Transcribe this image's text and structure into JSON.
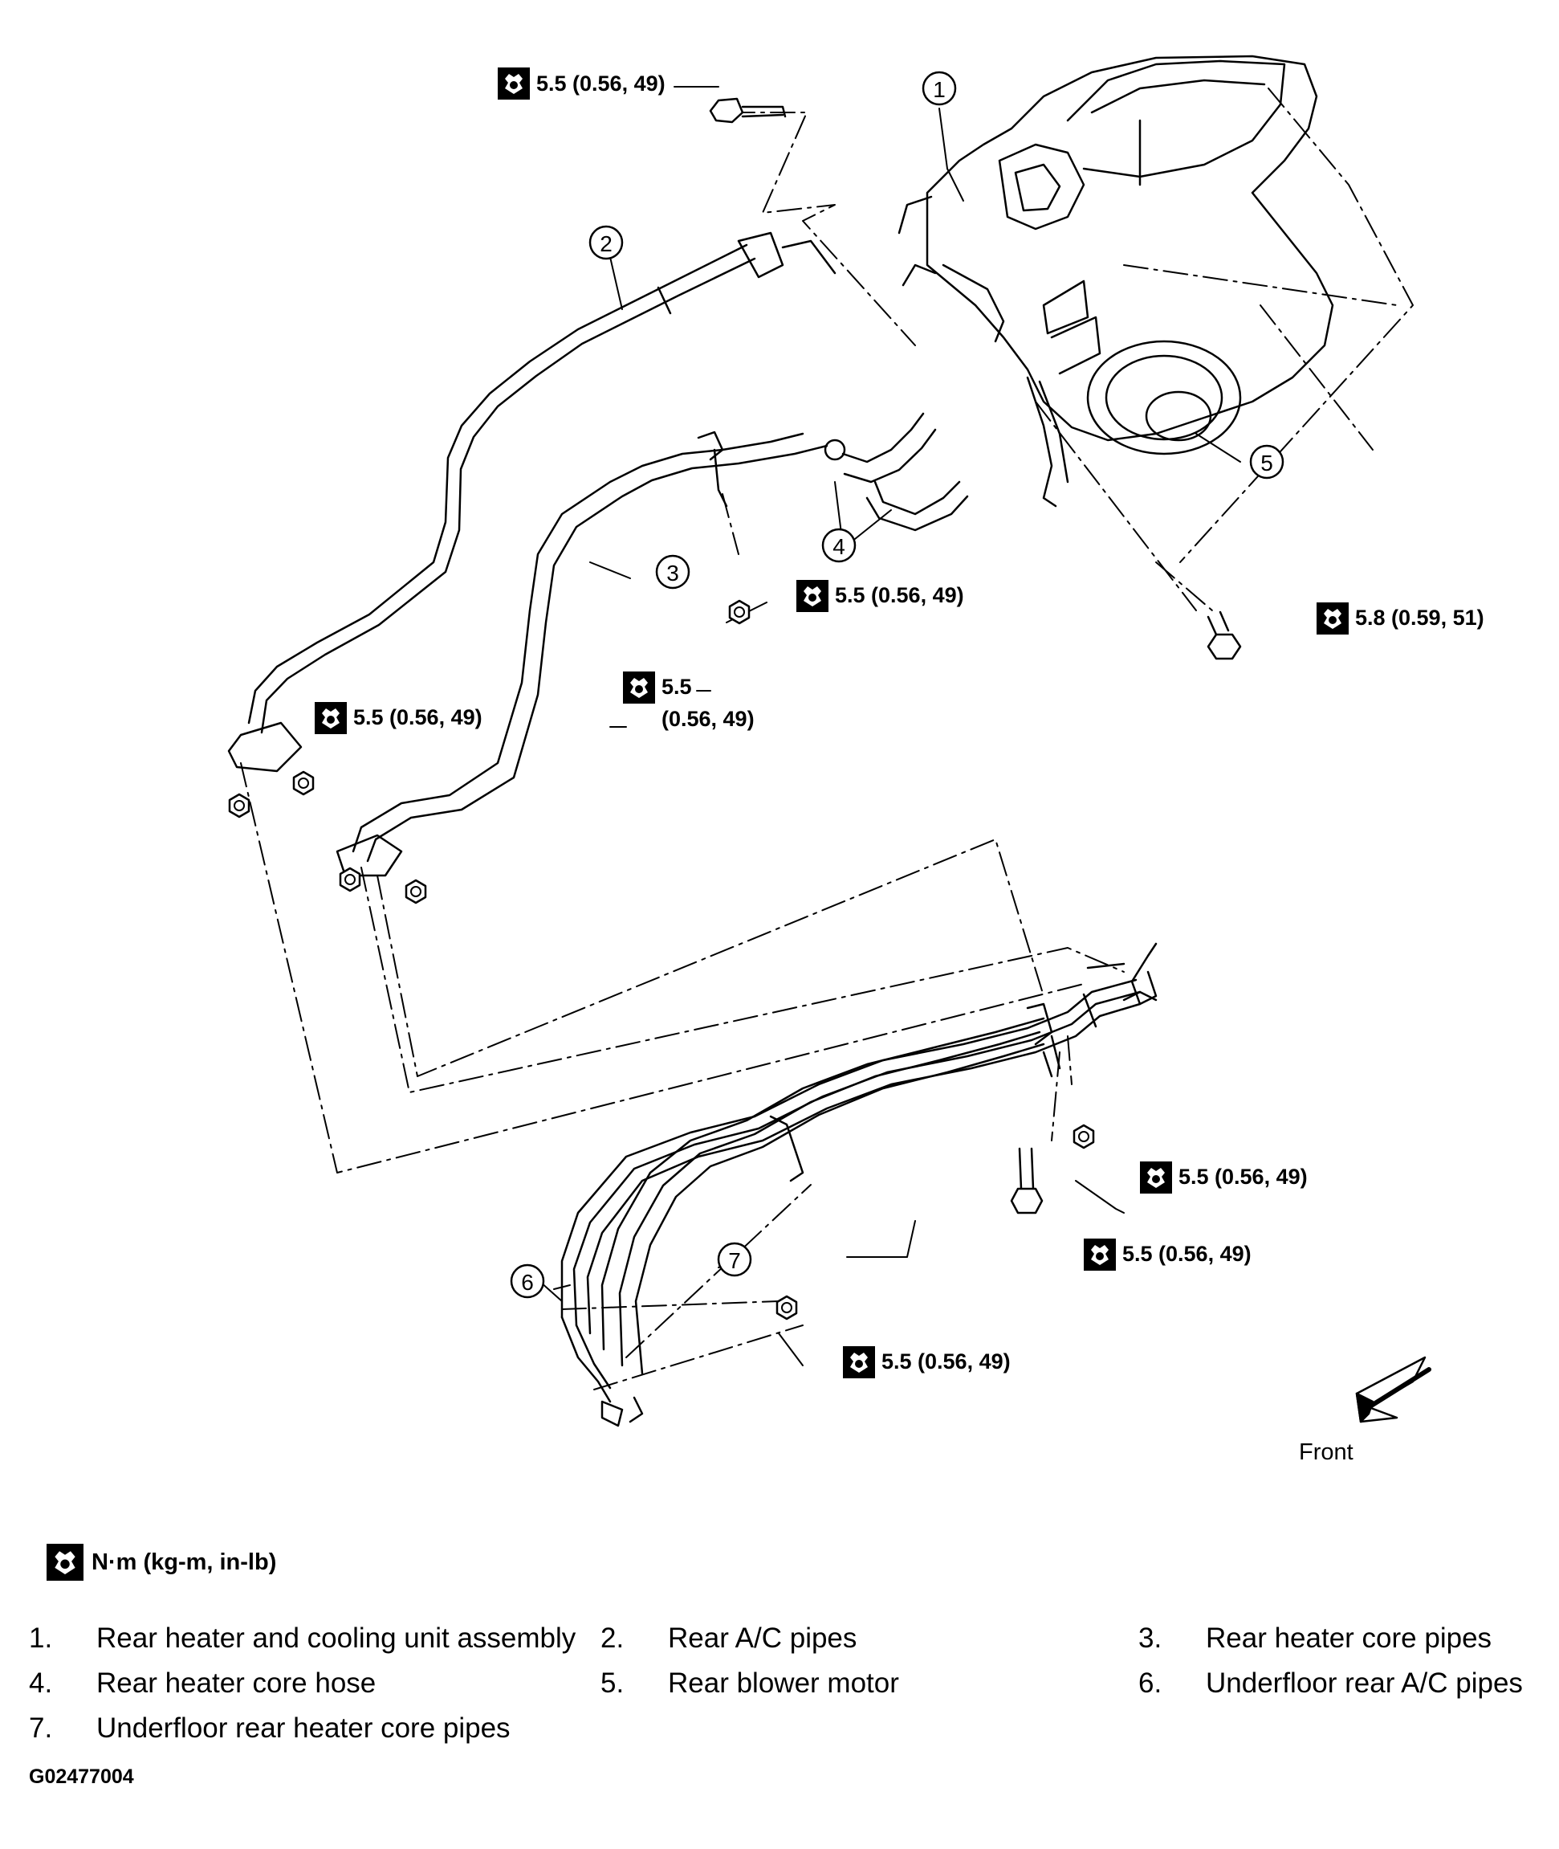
{
  "callouts": [
    "1",
    "2",
    "3",
    "4",
    "5",
    "6",
    "7"
  ],
  "torque_labels": [
    "5.5 (0.56, 49)",
    "5.5 (0.56, 49)",
    "5.8 (0.59, 51)",
    "5.5 (0.56, 49)",
    "5.5",
    "(0.56, 49)",
    "5.5 (0.56, 49)",
    "5.5 (0.56, 49)",
    "5.5 (0.56, 49)"
  ],
  "front_label": "Front",
  "unit_legend": "N·m (kg-m, in-lb)",
  "parts": [
    {
      "num": "1.",
      "name": "Rear heater and cooling unit assembly"
    },
    {
      "num": "2.",
      "name": "Rear A/C pipes"
    },
    {
      "num": "3.",
      "name": "Rear heater core pipes"
    },
    {
      "num": "4.",
      "name": "Rear heater core hose"
    },
    {
      "num": "5.",
      "name": "Rear blower motor"
    },
    {
      "num": "6.",
      "name": "Underfloor rear A/C pipes"
    },
    {
      "num": "7.",
      "name": "Underfloor rear heater core pipes"
    }
  ],
  "figure_code": "G02477004"
}
